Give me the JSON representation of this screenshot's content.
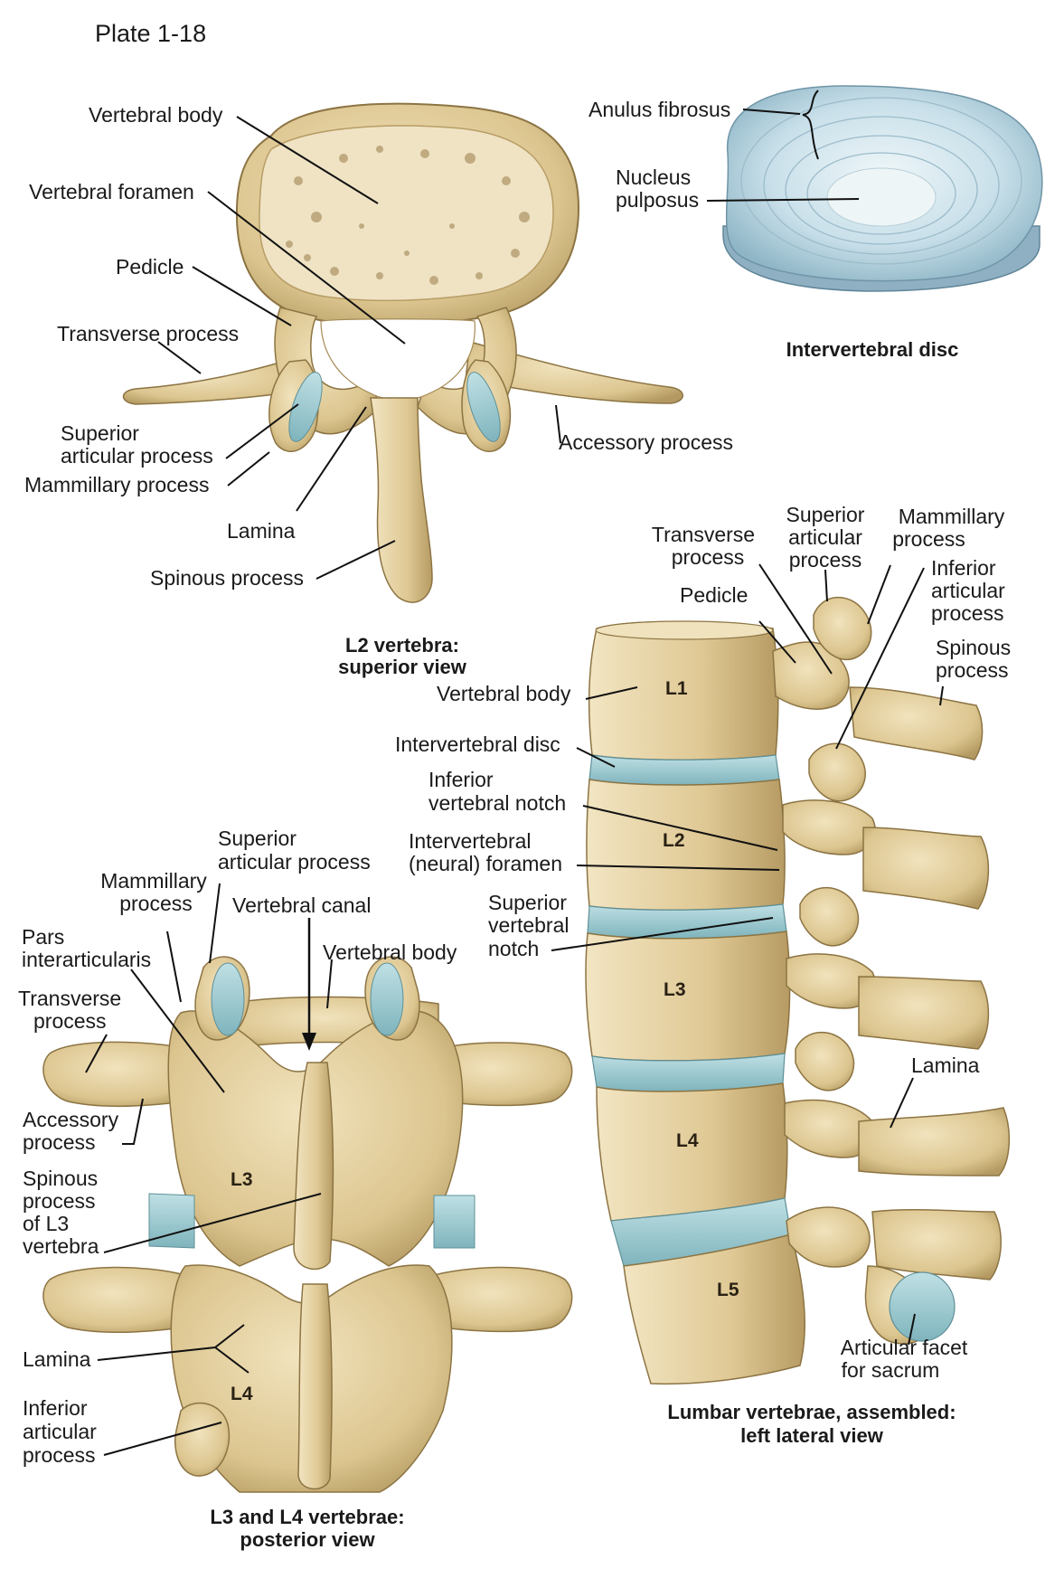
{
  "plate": "Plate 1-18",
  "colors": {
    "bone": "#e6d3a4",
    "bone_shadow": "#bda46c",
    "cartilage": "#a9d1d6",
    "disc": "#c9e0ea",
    "leader": "#111111"
  },
  "top_left": {
    "caption_line1": "L2 vertebra:",
    "caption_line2": "superior view",
    "labels": {
      "vertebral_body": "Vertebral body",
      "vertebral_foramen": "Vertebral foramen",
      "pedicle": "Pedicle",
      "transverse_process": "Transverse process",
      "superior_articular_1": "Superior",
      "superior_articular_2": "articular process",
      "mammillary_process": "Mammillary process",
      "lamina": "Lamina",
      "spinous_process": "Spinous process",
      "accessory_process": "Accessory process"
    }
  },
  "top_right": {
    "caption": "Intervertebral disc",
    "labels": {
      "anulus": "Anulus fibrosus",
      "nucleus_1": "Nucleus",
      "nucleus_2": "pulposus"
    }
  },
  "right": {
    "caption_line1": "Lumbar vertebrae, assembled:",
    "caption_line2": "left lateral view",
    "vertebra_labels": [
      "L1",
      "L2",
      "L3",
      "L4",
      "L5"
    ],
    "labels": {
      "transverse_1": "Transverse",
      "transverse_2": "process",
      "sup_art_1": "Superior",
      "sup_art_2": "articular",
      "sup_art_3": "process",
      "mammillary_1": "Mammillary",
      "mammillary_2": "process",
      "inf_art_1": "Inferior",
      "inf_art_2": "articular",
      "inf_art_3": "process",
      "pedicle": "Pedicle",
      "spinous_1": "Spinous",
      "spinous_2": "process",
      "vertebral_body": "Vertebral body",
      "intervertebral_disc": "Intervertebral disc",
      "inf_notch_1": "Inferior",
      "inf_notch_2": "vertebral notch",
      "foramen_1": "Intervertebral",
      "foramen_2": "(neural) foramen",
      "sup_notch_1": "Superior",
      "sup_notch_2": "vertebral",
      "sup_notch_3": "notch",
      "lamina": "Lamina",
      "facet_1": "Articular facet",
      "facet_2": "for sacrum"
    }
  },
  "bottom_left": {
    "caption_line1": "L3 and L4 vertebrae:",
    "caption_line2": "posterior view",
    "vertebra_labels": [
      "L3",
      "L4"
    ],
    "labels": {
      "sup_art_1": "Superior",
      "sup_art_2": "articular process",
      "mammillary_1": "Mammillary",
      "mammillary_2": "process",
      "vertebral_canal": "Vertebral canal",
      "vertebral_body": "Vertebral body",
      "pars_1": "Pars",
      "pars_2": "interarticularis",
      "transverse_1": "Transverse",
      "transverse_2": "process",
      "accessory_1": "Accessory",
      "accessory_2": "process",
      "spinous_1": "Spinous",
      "spinous_2": "process",
      "spinous_3": "of L3",
      "spinous_4": "vertebra",
      "lamina": "Lamina",
      "inf_art_1": "Inferior",
      "inf_art_2": "articular",
      "inf_art_3": "process"
    }
  }
}
